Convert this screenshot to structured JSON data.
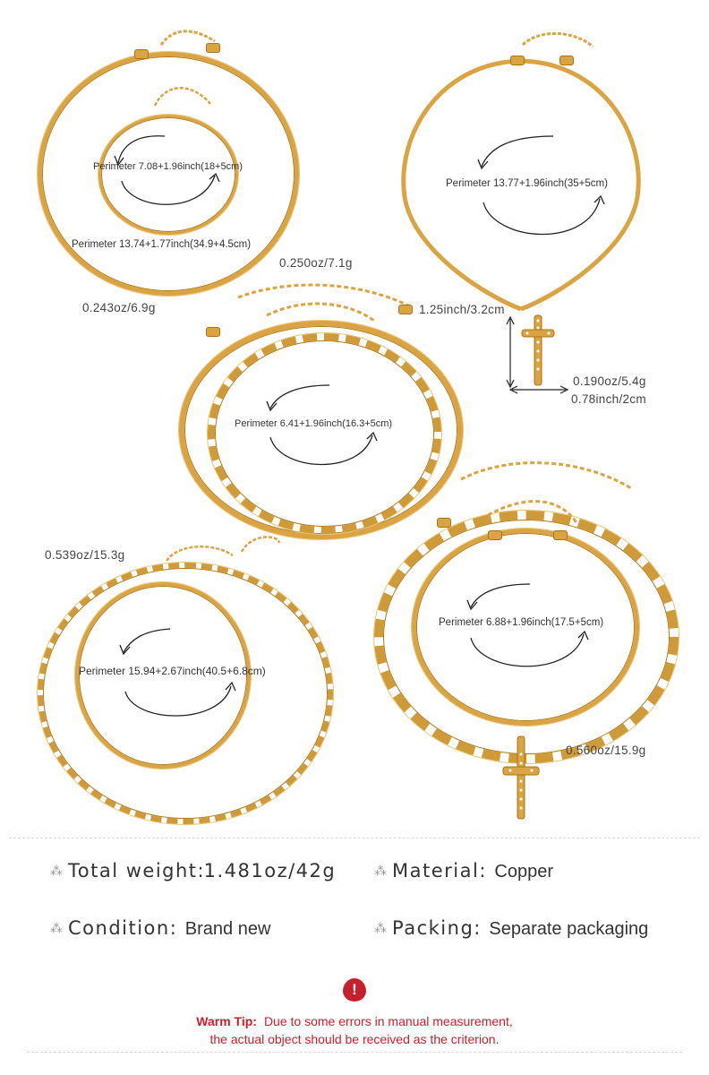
{
  "products": {
    "set1": {
      "inner_perimeter": "Perimeter 7.08+1.96inch(18+5cm)",
      "outer_perimeter": "Perimeter 13.74+1.77inch(34.9+4.5cm)",
      "weight": "0.243oz/6.9g"
    },
    "set2": {
      "perimeter": "Perimeter 13.77+1.96inch(35+5cm)",
      "pendant_height": "1.25inch/3.2cm",
      "weight": "0.190oz/5.4g",
      "pendant_width": "0.78inch/2cm"
    },
    "set3": {
      "weight": "0.250oz/7.1g",
      "perimeter": "Perimeter 6.41+1.96inch(16.3+5cm)"
    },
    "set4": {
      "weight": "0.539oz/15.3g",
      "perimeter": "Perimeter 15.94+2.67inch(40.5+6.8cm)"
    },
    "set5": {
      "perimeter": "Perimeter 6.88+1.96inch(17.5+5cm)",
      "weight": "0.560oz/15.9g"
    }
  },
  "specs": {
    "total_weight": {
      "label": "Total weight",
      "sep": ":",
      "value": "1.481oz/42g"
    },
    "material": {
      "label": "Material",
      "sep": ":",
      "value": "Copper"
    },
    "condition": {
      "label": "Condition",
      "sep": ":",
      "value": "Brand new"
    },
    "packing": {
      "label": "Packing",
      "sep": ":",
      "value": "Separate packaging"
    }
  },
  "warning": {
    "icon": "!",
    "title": "Warm Tip:",
    "line1": "Due to some errors in manual measurement,",
    "line2": "the actual object should be received as the criterion."
  },
  "colors": {
    "gold": "#d9a441",
    "warning_red": "#c8202a",
    "text": "#333333"
  },
  "icons": [
    "leaf-bullet-icon",
    "warning-icon",
    "rotate-arrow-icon",
    "dimension-arrow-icon"
  ]
}
